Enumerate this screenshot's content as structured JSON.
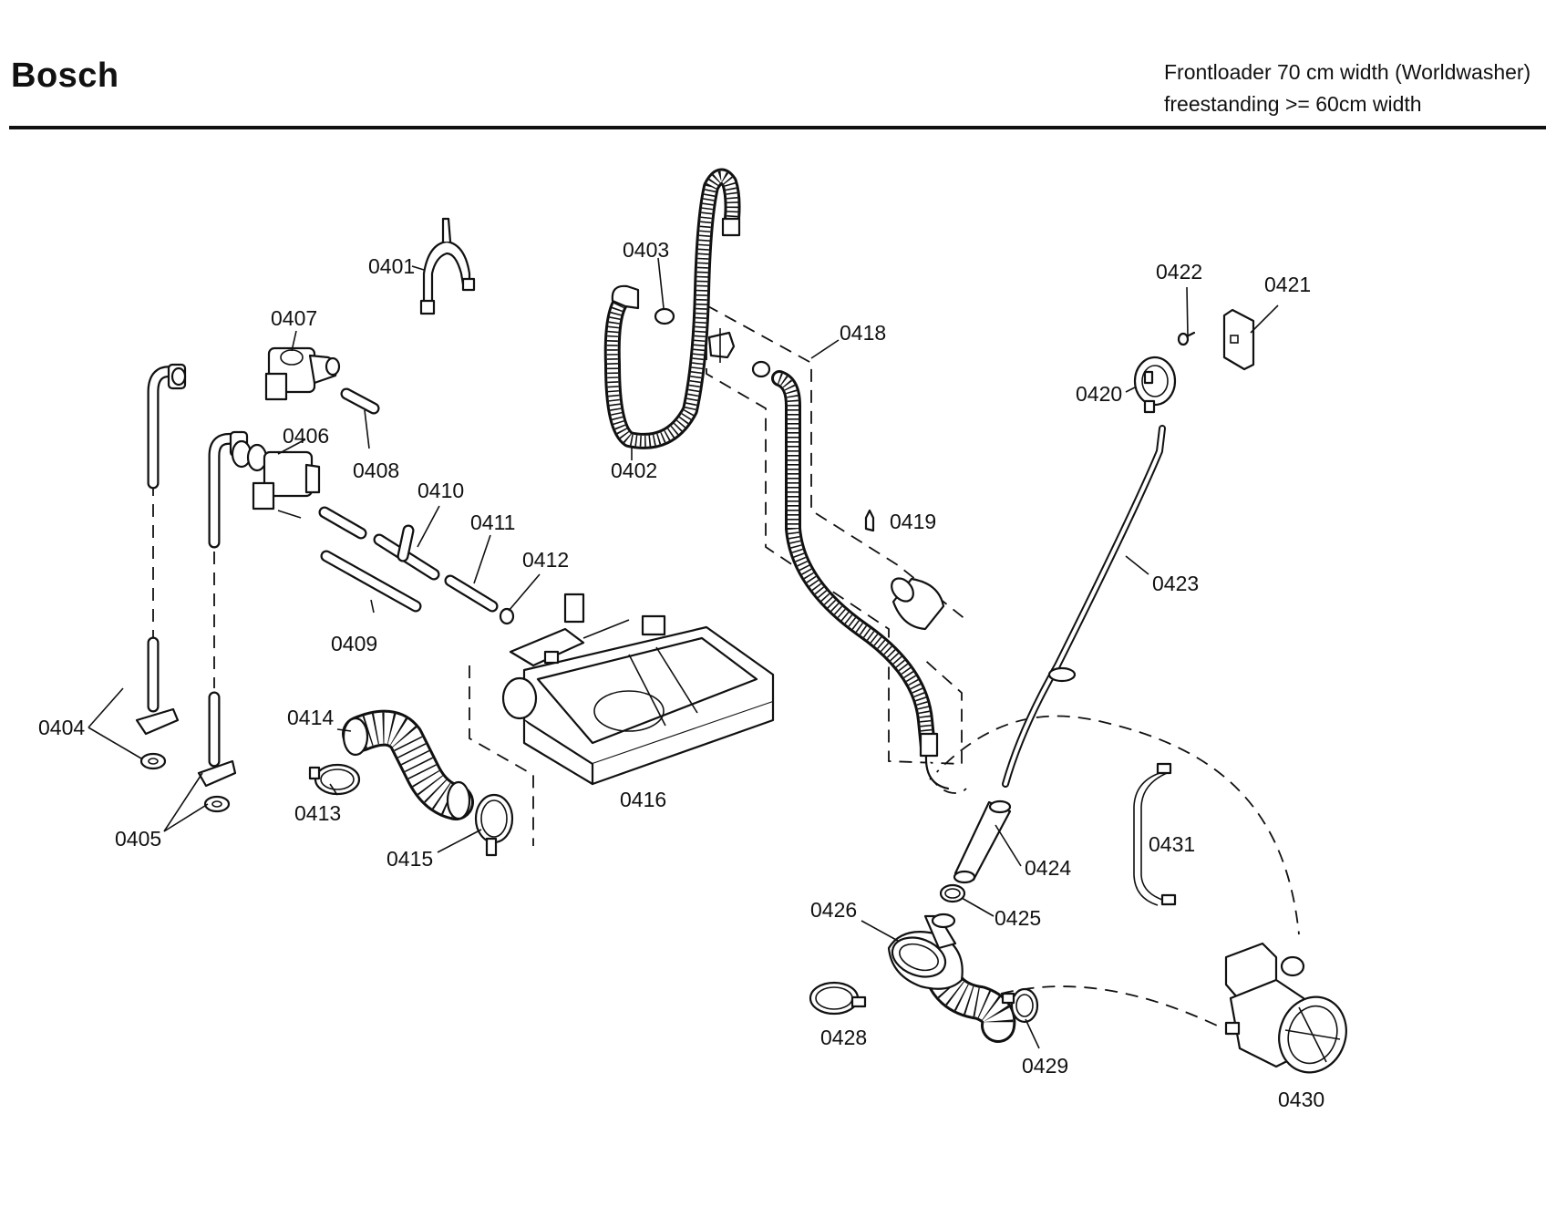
{
  "header": {
    "brand": "Bosch",
    "model_line_1": "Frontloader 70 cm width (Worldwasher)",
    "model_line_2": "freestanding >= 60cm width"
  },
  "parts": {
    "p0401": "0401",
    "p0402": "0402",
    "p0403": "0403",
    "p0404": "0404",
    "p0405": "0405",
    "p0406": "0406",
    "p0407": "0407",
    "p0408": "0408",
    "p0409": "0409",
    "p0410": "0410",
    "p0411": "0411",
    "p0412": "0412",
    "p0413": "0413",
    "p0414": "0414",
    "p0415": "0415",
    "p0416": "0416",
    "p0418": "0418",
    "p0419": "0419",
    "p0420": "0420",
    "p0421": "0421",
    "p0422": "0422",
    "p0423": "0423",
    "p0424": "0424",
    "p0425": "0425",
    "p0426": "0426",
    "p0428": "0428",
    "p0429": "0429",
    "p0430": "0430",
    "p0431": "0431"
  }
}
